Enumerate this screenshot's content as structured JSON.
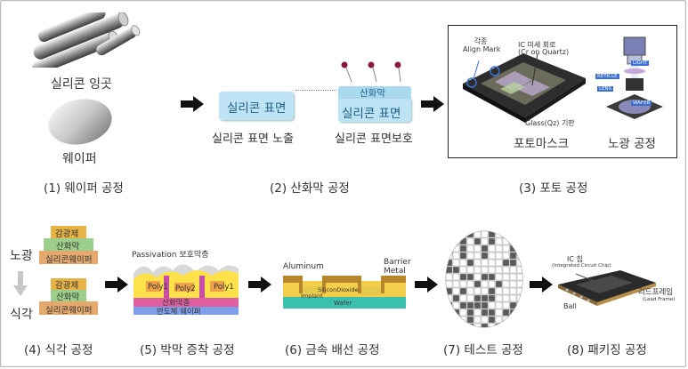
{
  "steps": [
    {
      "label": "(1) 웨이퍼 공정"
    },
    {
      "label": "(2) 산화막 공정"
    },
    {
      "label": "(3) 포토 공정"
    },
    {
      "label": "(4) 식각 공정"
    },
    {
      "label": "(5) 박막 증착 공정"
    },
    {
      "label": "(6) 금속 배선 공정"
    },
    {
      "label": "(7) 테스트 공정"
    },
    {
      "label": "(8) 패키징 공정"
    }
  ],
  "wafer": {
    "ingot_label": "실리콘 잉곳",
    "wafer_label": "웨이퍼"
  },
  "oxide": {
    "surface_box": "실리콘 표면",
    "exposure_caption": "실리콘 표면 노출",
    "oxide_label": "산화막",
    "protected_box": "실리콘 표면",
    "protect_caption": "실리콘 표면보호"
  },
  "photo": {
    "align_mark": "각종\nAlign Mark",
    "ic_circuit_line1": "IC 미세 회로",
    "ic_circuit_line2": "(Cr on Quartz)",
    "glass_substrate": "Glass(Qz) 기판",
    "photomask": "포토마스크",
    "exposure_process": "노광 공정",
    "light": "LIGHT",
    "reticle": "RETICLE",
    "lens": "LENS",
    "wafer": "WAFER"
  },
  "etch": {
    "exposure": "노광",
    "etching": "식각",
    "photoresist": "감광제",
    "oxide": "산화막",
    "silicon_wafer": "실리콘웨이퍼"
  },
  "deposition": {
    "passivation": "Passivation 보호막층",
    "poly1": "Poly1",
    "poly2": "Poly2",
    "poly1b": "Poly1",
    "oxide_layer": "산화막층",
    "semiconductor_wafer": "반도체 웨이퍼"
  },
  "metal": {
    "aluminum": "Aluminum",
    "barrier_metal": "Barrier\nMetal",
    "silicon_dioxide": "SiliconDioxide",
    "implant": "Implant",
    "wafer": "Wafer"
  },
  "package": {
    "ic_chip": "IC 칩",
    "ic_chip_en": "(Integrated Circuit Chip)",
    "lead_frame": "리드프레임",
    "lead_frame_en": "(Lead Frame)",
    "ball": "Ball"
  },
  "colors": {
    "oxide_box": "#bde3f4",
    "photoresist": "#e6b347",
    "oxide_green": "#9ccf8b",
    "silicon": "#e5a96e",
    "arrow": "#111111"
  }
}
